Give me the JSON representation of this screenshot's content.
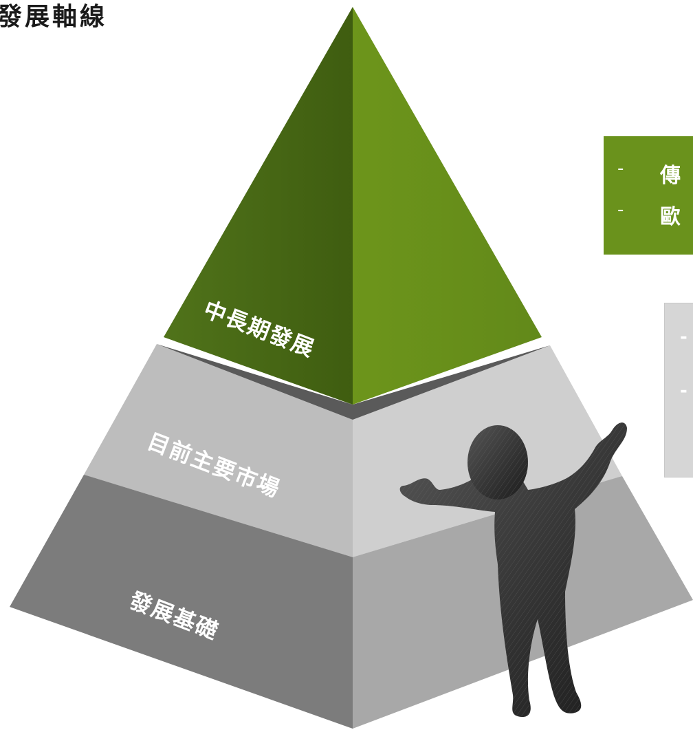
{
  "title": "發展軸線",
  "pyramid": {
    "tiers": [
      {
        "label": "中長期發展",
        "color": "#6a921c"
      },
      {
        "label": "目前主要市場",
        "color": "#bdbdbd"
      },
      {
        "label": "發展基礎",
        "color": "#8a8a8a"
      }
    ]
  },
  "callouts": {
    "green": {
      "color": "#6a921c",
      "items": [
        {
          "bullet": "-",
          "text": "傳"
        },
        {
          "bullet": "-",
          "text": "歐"
        }
      ]
    },
    "gray": {
      "color": "#d6d6d6",
      "items": [
        {
          "bullet": "-"
        },
        {
          "bullet": "-"
        }
      ]
    }
  },
  "figure": {
    "icon": "cheering-person-icon"
  }
}
